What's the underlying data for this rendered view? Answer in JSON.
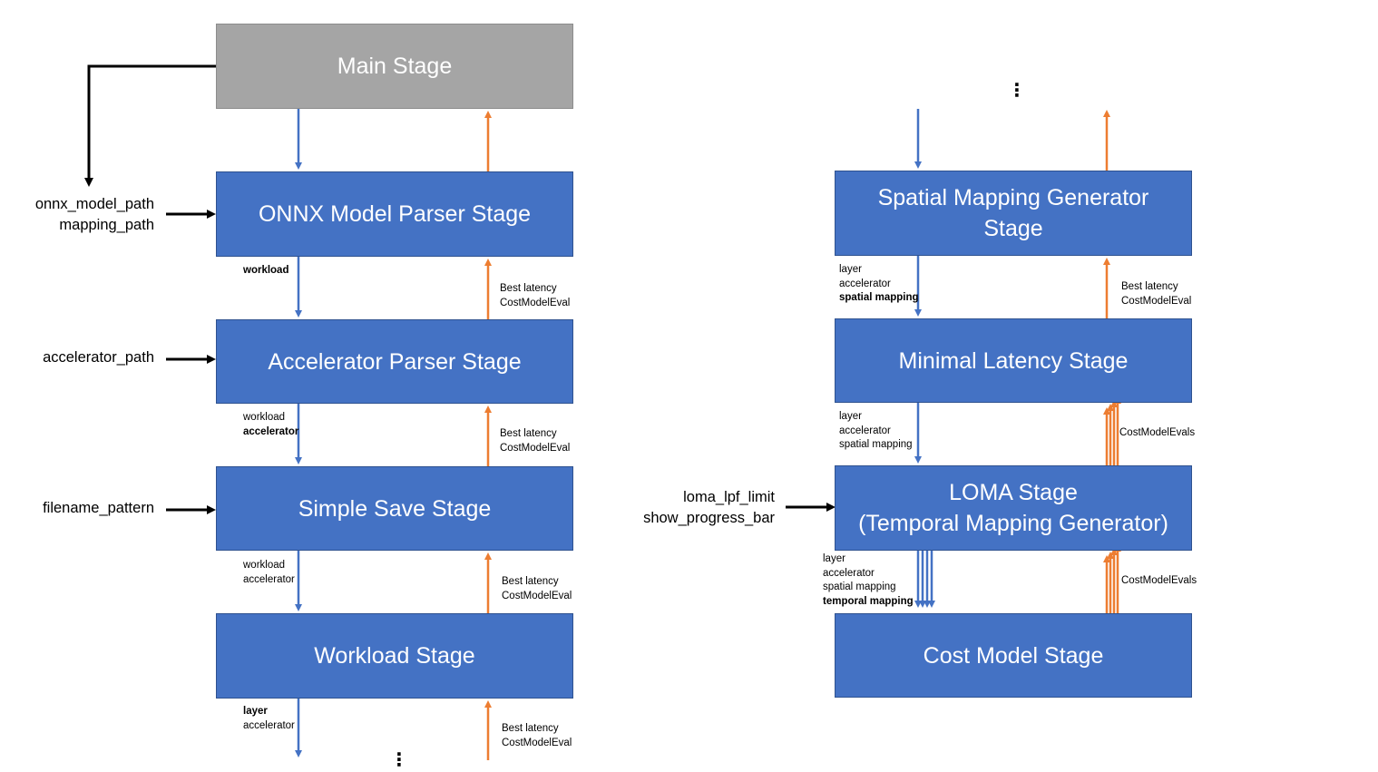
{
  "colors": {
    "box_fill": "#4472c4",
    "main_fill": "#a5a5a5",
    "down_arrow": "#4472c4",
    "up_arrow": "#ed7d31",
    "input_arrow": "#000000"
  },
  "left_column": {
    "main_stage": "Main Stage",
    "onnx_stage": "ONNX Model Parser Stage",
    "accelerator_stage": "Accelerator Parser Stage",
    "save_stage": "Simple Save Stage",
    "workload_stage": "Workload Stage",
    "inputs": {
      "onnx": [
        "onnx_model_path",
        "mapping_path"
      ],
      "accelerator": "accelerator_path",
      "save": "filename_pattern"
    },
    "down_labels": {
      "onnx_to_acc": [
        {
          "text": "workload",
          "bold": true
        }
      ],
      "acc_to_save": [
        {
          "text": "workload",
          "bold": false
        },
        {
          "text": "accelerator",
          "bold": true
        }
      ],
      "save_to_workload": [
        {
          "text": "workload",
          "bold": false
        },
        {
          "text": "accelerator",
          "bold": false
        }
      ],
      "workload_out": [
        {
          "text": "layer",
          "bold": true
        },
        {
          "text": "accelerator",
          "bold": false
        }
      ]
    },
    "up_labels": [
      "Best latency",
      "CostModelEval"
    ],
    "continuation": "⋮"
  },
  "right_column": {
    "continuation": "⋮",
    "spatial_stage": [
      "Spatial Mapping Generator",
      "Stage"
    ],
    "minimal_stage": "Minimal Latency Stage",
    "loma_stage": [
      "LOMA Stage",
      "(Temporal Mapping Generator)"
    ],
    "cost_stage": "Cost Model Stage",
    "inputs": {
      "loma": [
        "loma_lpf_limit",
        "show_progress_bar"
      ]
    },
    "down_labels": {
      "spatial_to_minimal": [
        {
          "text": "layer",
          "bold": false
        },
        {
          "text": "accelerator",
          "bold": false
        },
        {
          "text": "spatial mapping",
          "bold": true
        }
      ],
      "minimal_to_loma": [
        {
          "text": "layer",
          "bold": false
        },
        {
          "text": "accelerator",
          "bold": false
        },
        {
          "text": "spatial mapping",
          "bold": false
        }
      ],
      "loma_to_cost": [
        {
          "text": "layer",
          "bold": false
        },
        {
          "text": "accelerator",
          "bold": false
        },
        {
          "text": "spatial mapping",
          "bold": false
        },
        {
          "text": "temporal mapping",
          "bold": true
        }
      ]
    },
    "up_labels": {
      "minimal_to_spatial": [
        "Best latency",
        "CostModelEval"
      ],
      "loma_to_minimal": "CostModelEvals",
      "cost_to_loma": "CostModelEvals"
    }
  }
}
